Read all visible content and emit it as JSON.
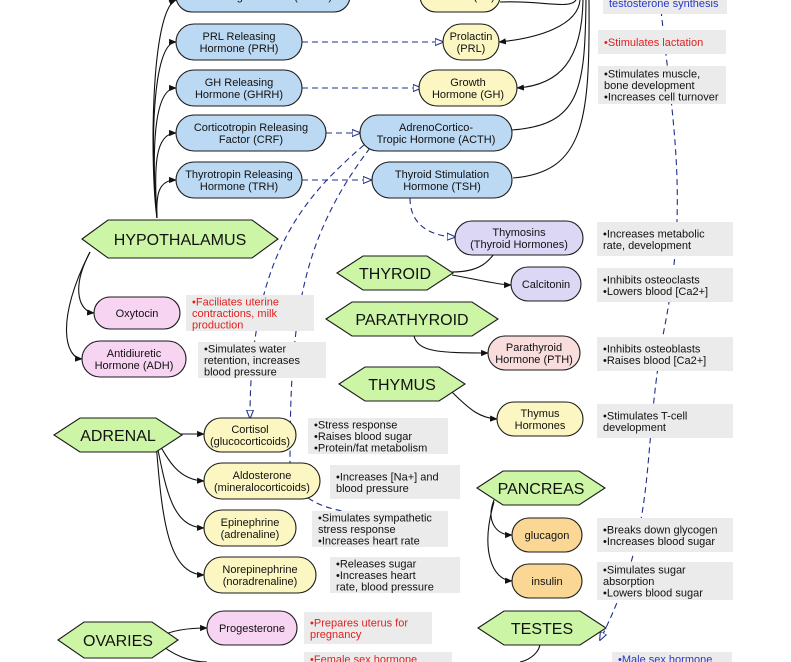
{
  "nodes": {
    "gnrh": [
      "Releasing Hormone (GnRH)"
    ],
    "prh": [
      "PRL Releasing",
      "Hormone (PRH)"
    ],
    "ghrh": [
      "GH Releasing",
      "Hormone (GHRH)"
    ],
    "crf": [
      "Corticotropin Releasing",
      "Factor (CRF)"
    ],
    "trh": [
      "Thyrotropin Releasing",
      "Hormone (TRH)"
    ],
    "lh": [
      "Hormone (LH)"
    ],
    "prl": [
      "Prolactin",
      "(PRL)"
    ],
    "gh": [
      "Growth",
      "Hormone (GH)"
    ],
    "acth": [
      "AdrenoCortico-",
      "Tropic Hormone (ACTH)"
    ],
    "tsh": [
      "Thyroid Stimulation",
      "Hormone (TSH)"
    ],
    "thymosins": [
      "Thymosins",
      "(Thyroid Hormones)"
    ],
    "calcitonin": [
      "Calcitonin"
    ],
    "pth": [
      "Parathyroid",
      "Hormone (PTH)"
    ],
    "thymus_h": [
      "Thymus",
      "Hormones"
    ],
    "oxytocin": [
      "Oxytocin"
    ],
    "adh": [
      "Antidiuretic",
      "Hormone (ADH)"
    ],
    "cortisol": [
      "Cortisol",
      "(glucocorticoids)"
    ],
    "aldosterone": [
      "Aldosterone",
      "(mineralocorticoids)"
    ],
    "epinephrine": [
      "Epinephrine",
      "(adrenaline)"
    ],
    "norepinephrine": [
      "Norepinephrine",
      "(noradrenaline)"
    ],
    "glucagon": [
      "glucagon"
    ],
    "insulin": [
      "insulin"
    ],
    "progesterone": [
      "Progesterone"
    ]
  },
  "glands": {
    "hypothalamus": "HYPOTHALAMUS",
    "thyroid": "THYROID",
    "parathyroid": "PARATHYROID",
    "thymus": "THYMUS",
    "adrenal": "ADRENAL",
    "pancreas": "PANCREAS",
    "ovaries": "OVARIES",
    "testes": "TESTES"
  },
  "notes": {
    "testosterone": [
      "testosterone synthesis"
    ],
    "lactation": [
      "•Stimulates lactation"
    ],
    "gh_effects": [
      "•Stimulates muscle,",
      " bone development",
      "•Increases cell turnover"
    ],
    "tsh_effects": [
      "•Increases metabolic",
      " rate, development"
    ],
    "calcitonin_effects": [
      "•Inhibits osteoclasts",
      "•Lowers blood [Ca2+]"
    ],
    "oxytocin_effects": [
      "•Faciliates uterine",
      " contractions, milk",
      " production"
    ],
    "adh_effects": [
      "•Simulates water",
      " retention, increases",
      " blood pressure"
    ],
    "pth_effects": [
      "•Inhibits osteoblasts",
      "•Raises blood [Ca2+]"
    ],
    "thymus_effects": [
      "•Stimulates T-cell",
      " development"
    ],
    "cortisol_effects": [
      "•Stress response",
      "•Raises blood sugar",
      "•Protein/fat metabolism"
    ],
    "aldosterone_effects": [
      "•Increases [Na+] and",
      " blood pressure"
    ],
    "epinephrine_effects": [
      "•Simulates sympathetic",
      " stress response",
      "•Increases heart rate"
    ],
    "norepinephrine_effects": [
      "•Releases sugar",
      "•Increases heart",
      " rate, blood pressure"
    ],
    "glucagon_effects": [
      "•Breaks down glycogen",
      "•Increases blood sugar"
    ],
    "insulin_effects": [
      "•Simulates sugar",
      " absorption",
      "•Lowers blood sugar"
    ],
    "progesterone_effects": [
      "•Prepares uterus for",
      " pregnancy"
    ],
    "female_sex": [
      "•Female sex hormone"
    ],
    "male_sex": [
      "•Male sex hormone"
    ]
  },
  "colors": {
    "blue_fill": "#bcd9f3",
    "yellow_fill": "#fbf6c2",
    "lavender_fill": "#dcd7f5",
    "pink_fill": "#f7d4f1",
    "peach_fill": "#f9dcdc",
    "orange_fill": "#fbd795",
    "gland_fill": "#ccf5a6",
    "red_text": "#e02020",
    "blue_text": "#2a35c8",
    "dark_text": "#111111"
  }
}
